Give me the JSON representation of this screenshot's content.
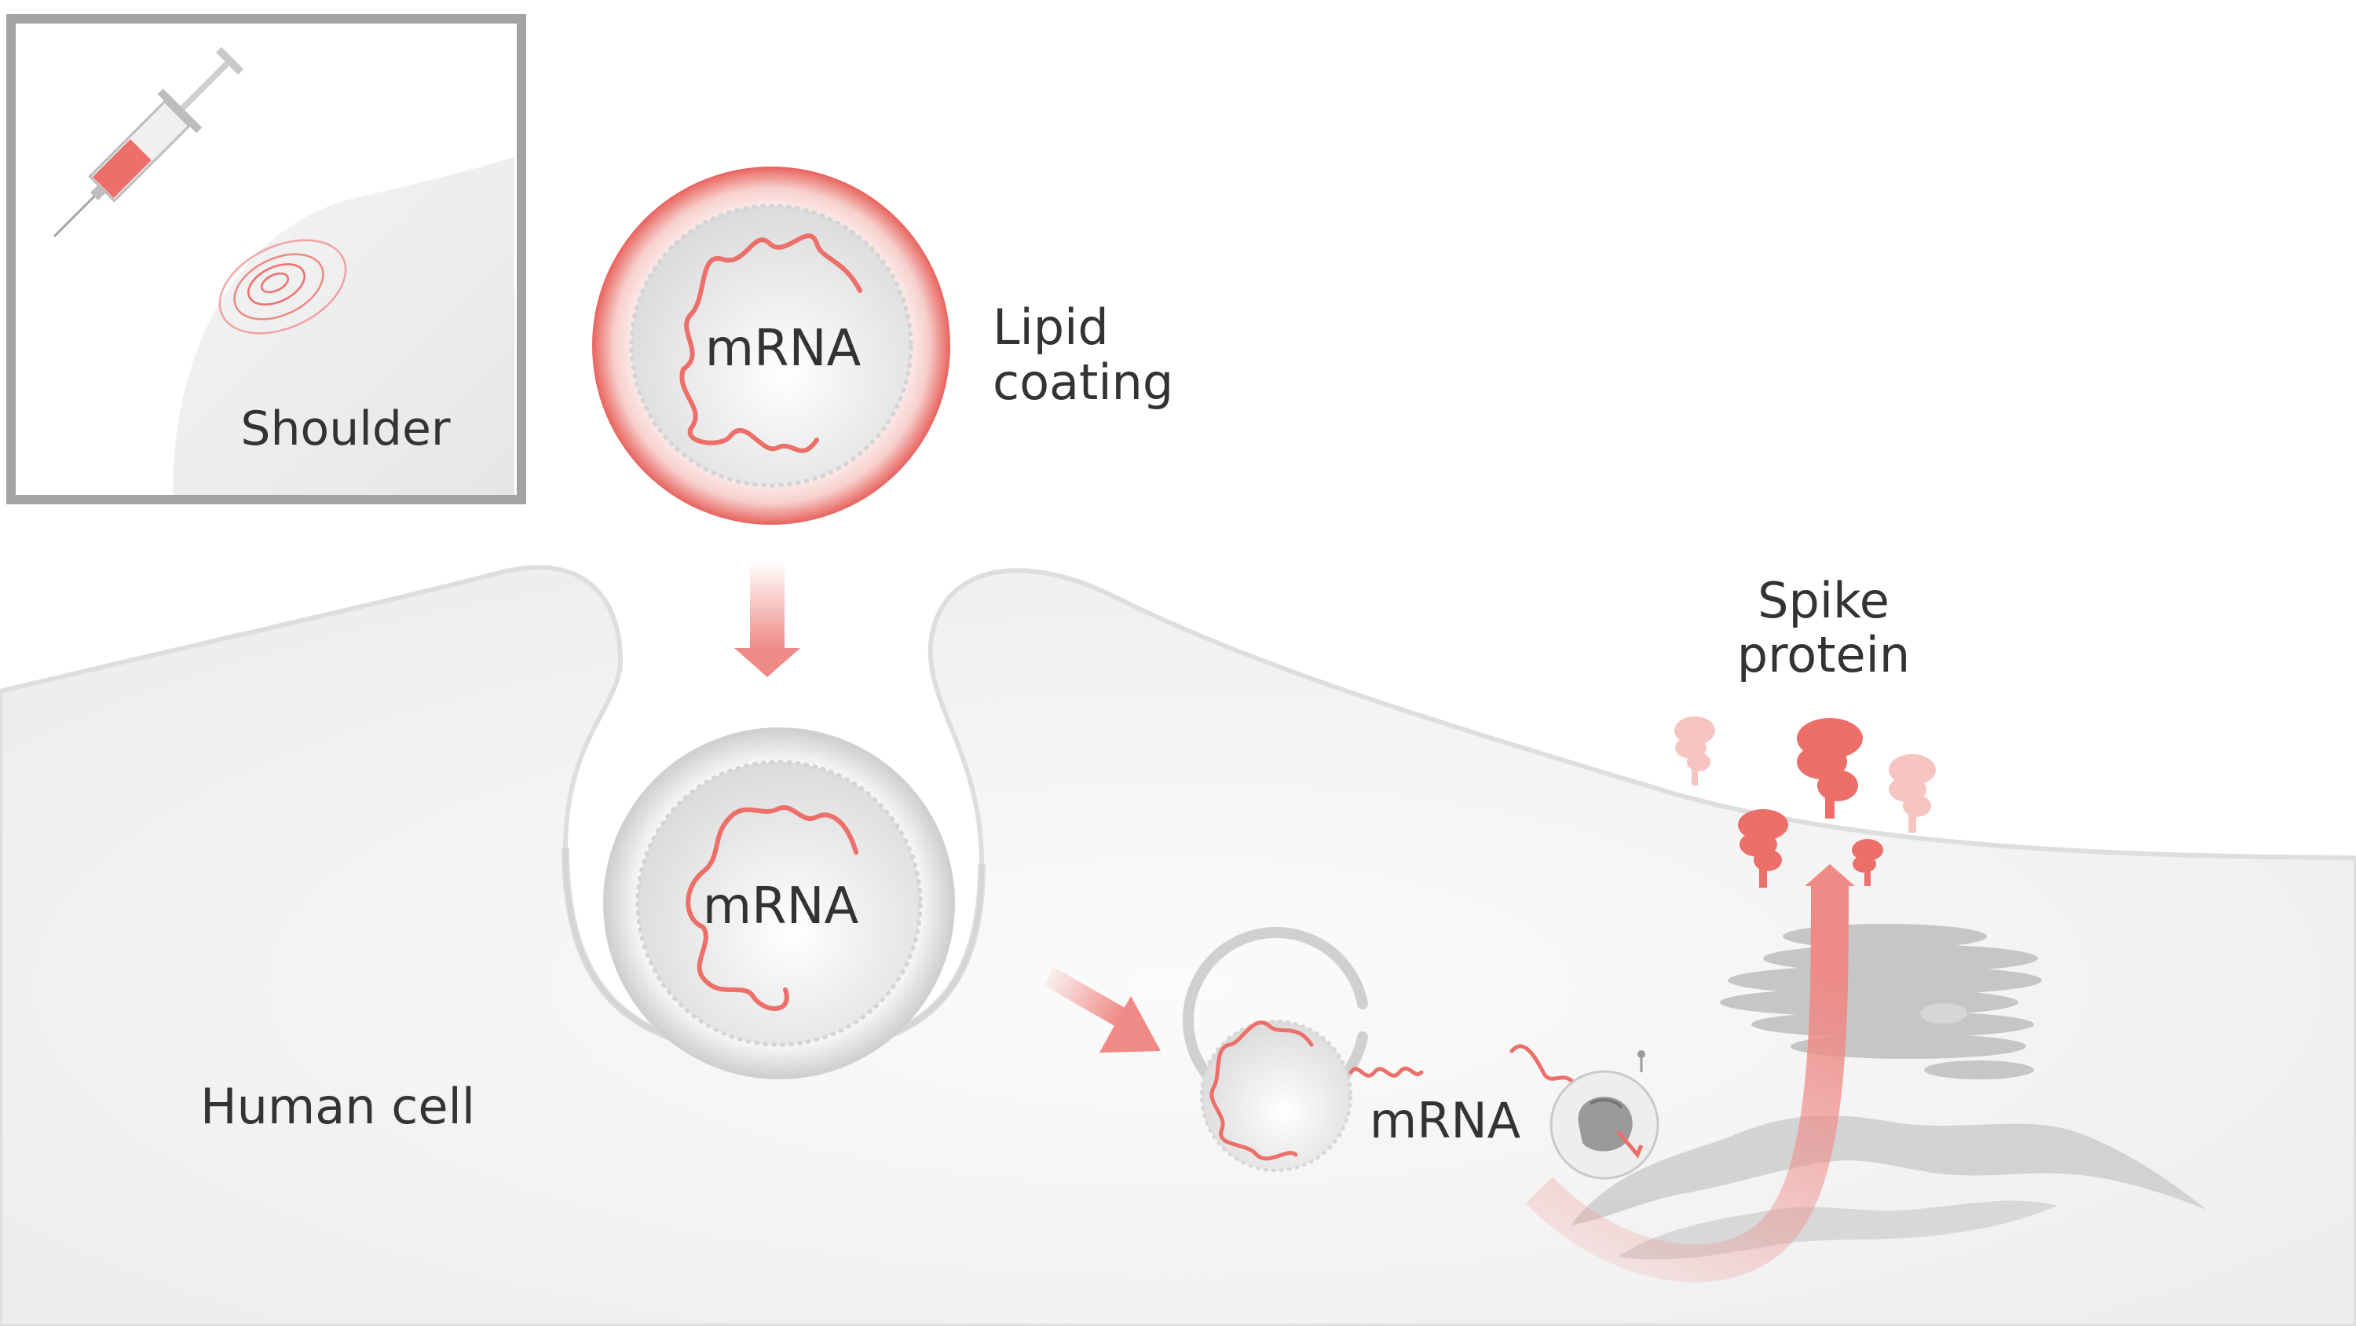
{
  "labels": {
    "shoulder": "Shoulder",
    "mrna_top": "mRNA",
    "lipid_line1": "Lipid",
    "lipid_line2": "coating",
    "mrna_middle": "mRNA",
    "human_cell": "Human cell",
    "mrna_release": "mRNA",
    "spike_line1": "Spike",
    "spike_line2": "protein"
  },
  "colors": {
    "accent_red": "#ec6f6a",
    "arrow_red": "#ef8a86",
    "spike_light": "#f6c4c1",
    "text": "#333333",
    "inset_border": "#a3a3a3",
    "cell_fill": "#f2f2f2",
    "membrane_edge": "#d6d6d6",
    "organelle_gray": "#cccccc"
  },
  "icons": {
    "injection": "syringe-icon",
    "ribosome": "ribosome-icon",
    "spike": "spike-protein-icon",
    "golgi": "golgi-apparatus-icon",
    "er": "endoplasmic-reticulum-icon"
  }
}
